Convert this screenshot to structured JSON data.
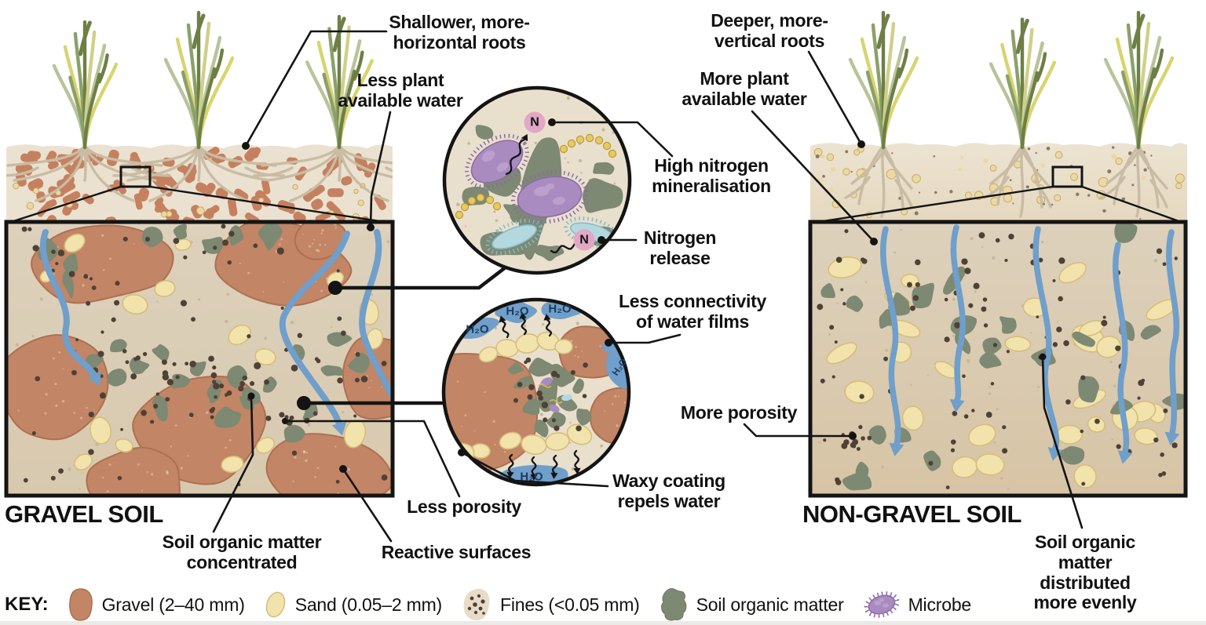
{
  "figure": {
    "left_title": "GRAVEL SOIL",
    "right_title": "NON-GRAVEL SOIL"
  },
  "callouts": {
    "shallower_roots": "Shallower, more-\nhorizontal roots",
    "less_plant_water": "Less plant\navailable water",
    "deeper_roots": "Deeper, more-\nvertical roots",
    "more_plant_water": "More plant\navailable water",
    "high_nitrogen": "High nitrogen\nmineralisation",
    "nitrogen_release": "Nitrogen\nrelease",
    "less_connectivity": "Less connectivity\nof water films",
    "more_porosity": "More porosity",
    "waxy_coating": "Waxy coating\nrepels water",
    "less_porosity": "Less porosity",
    "som_concentrated": "Soil organic matter\nconcentrated",
    "reactive_surfaces": "Reactive surfaces",
    "som_distributed": "Soil organic matter\ndistributed more evenly"
  },
  "symbols": {
    "h2o": "H₂O",
    "n": "N"
  },
  "key": {
    "label": "KEY:",
    "items": [
      {
        "id": "gravel",
        "label": "Gravel (2–40 mm)"
      },
      {
        "id": "sand",
        "label": "Sand (0.05–2 mm)"
      },
      {
        "id": "fines",
        "label": "Fines (<0.05 mm)"
      },
      {
        "id": "som",
        "label": "Soil organic matter"
      },
      {
        "id": "microbe",
        "label": "Microbe"
      }
    ]
  },
  "palette": {
    "gravel": "#c28565",
    "gravel_edge": "#ae7050",
    "sand": "#f1e3ab",
    "sand_edge": "#d6bd7c",
    "fines": "#4f4136",
    "som": "#7d8972",
    "som_edge": "#6c7862",
    "water": "#6f9fca",
    "line": "#141414",
    "surface": "#ebe1d0",
    "box_bg": "#ddd1bc",
    "box_bg_deep": "#d7c4a5",
    "circle_bg": "#e9dfcd",
    "root": "#c9bca4",
    "microbe_purple": "#a98bc0",
    "microbe_purple_edge": "#8a6ba6",
    "microbe_blue": "#b3d8e0",
    "microbe_blue_edge": "#84b9c7",
    "chain": "#e8c95e",
    "chain_edge": "#b89a3c",
    "npink": "#e2a6c6",
    "h2otext": "#1e3c5e",
    "pebble": "#c5815f",
    "band_dot": "#ead9a4",
    "band_dot_edge": "#c9ab66",
    "speck": "#8a7a64"
  }
}
